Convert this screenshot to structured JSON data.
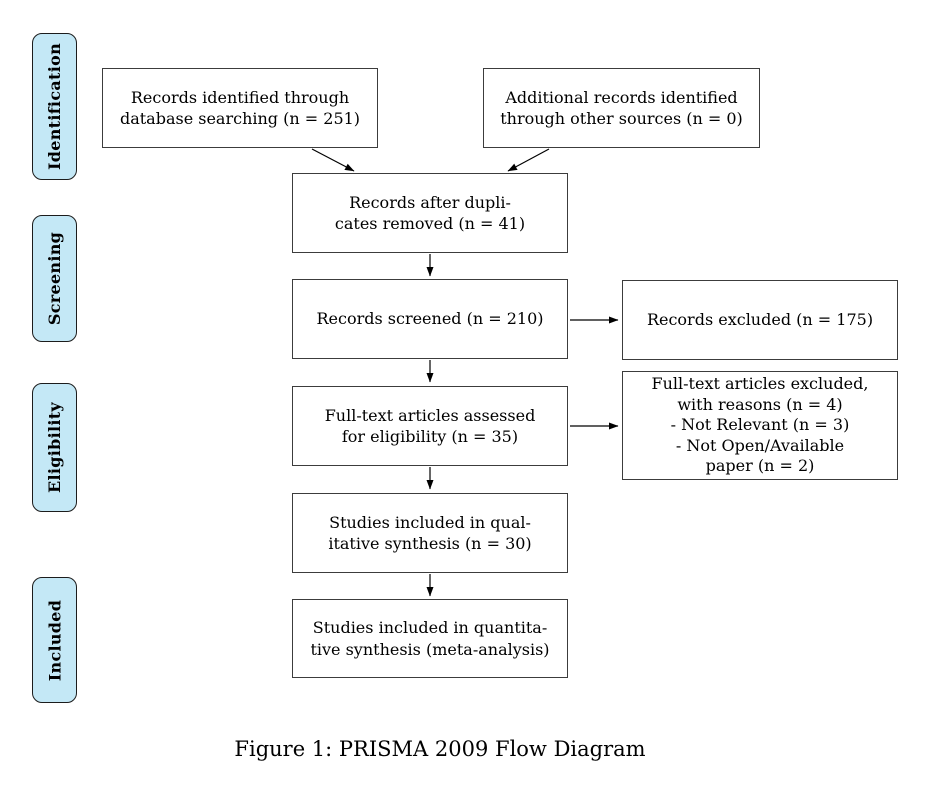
{
  "figure": {
    "caption": "Figure 1: PRISMA 2009 Flow Diagram"
  },
  "stages": [
    {
      "label": "Identification"
    },
    {
      "label": "Screening"
    },
    {
      "label": "Eligibility"
    },
    {
      "label": "Included"
    }
  ],
  "boxes": {
    "identified": {
      "text": "Records identified through\ndatabase searching (n = 251)"
    },
    "additional": {
      "text": "Additional records identified\nthrough other sources (n = 0)"
    },
    "deduplicated": {
      "text": "Records after dupli-\ncates removed (n = 41)"
    },
    "screened": {
      "text": "Records screened (n = 210)"
    },
    "excluded": {
      "text": "Records excluded (n = 175)"
    },
    "fulltext": {
      "text": "Full-text articles assessed\nfor eligibility (n = 35)"
    },
    "fulltext_excluded": {
      "text": "Full-text articles excluded,\nwith reasons (n = 4)\n- Not Relevant (n = 3)\n- Not Open/Available\npaper (n = 2)"
    },
    "qualitative": {
      "text": "Studies included in qual-\nitative synthesis (n = 30)"
    },
    "quantitative": {
      "text": "Studies included in quantita-\ntive synthesis (meta-analysis)"
    }
  },
  "colors": {
    "stage_fill": "#c4e8f6",
    "box_border": "#3c3c3c",
    "arrow": "#000000"
  }
}
